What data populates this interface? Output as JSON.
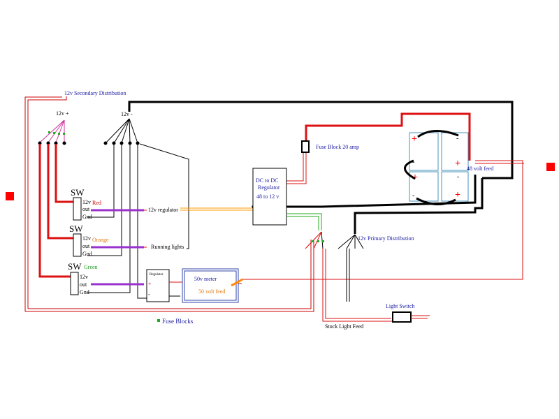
{
  "labels": {
    "secondary_distribution": "12v Secondary Distribution",
    "v12_plus": "12v +",
    "v12_minus": "12v -",
    "fuse_block_20": "Fuse Block 20 amp",
    "dc_line1": "DC to DC",
    "dc_line2": "Regulator",
    "dc_line3": "48 to 12 v",
    "feed_48": "48 volt feed",
    "primary_distribution": "12v Primary Distribution",
    "reg_12v": "12v regulator",
    "running_lights": "Running lights",
    "regulator_small": "Regulator",
    "meter_50v": "50v meter",
    "feed_50": "50 volt feed",
    "light_switch": "Light Switch",
    "stock_light_feed": "Stock Light Feed",
    "fuse_blocks_legend": "Fuse Blocks"
  },
  "switches": [
    {
      "title": "SW",
      "color_label": "Red",
      "pins": [
        "12v",
        "out",
        "Gnd"
      ]
    },
    {
      "title": "SW",
      "color_label": "Orange",
      "pins": [
        "12v",
        "out",
        "Gnd"
      ]
    },
    {
      "title": "SW",
      "color_label": "Green",
      "pins": [
        "12v",
        "out",
        "Gnd"
      ]
    }
  ],
  "battery_symbols": {
    "plus": "+",
    "minus": "-"
  },
  "colors": {
    "wire_red": "#dd1111",
    "wire_black": "#000000",
    "wire_purple": "#9933cc",
    "wire_orange": "#ff8800",
    "wire_green": "#22aa22",
    "battery_outline": "#4a90b8",
    "label_blue": "#1a1aa0",
    "marker_red": "#ff0000"
  }
}
